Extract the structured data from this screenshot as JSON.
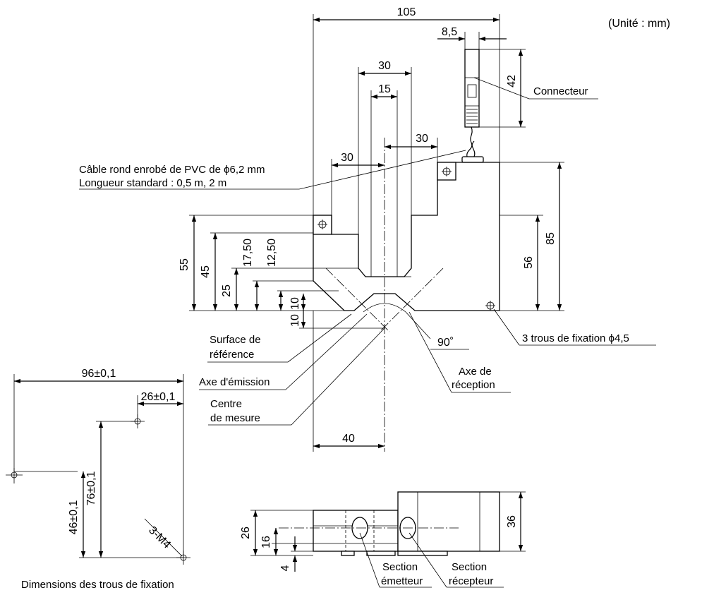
{
  "unit_note": "(Unité : mm)",
  "dims": {
    "d105": "105",
    "d8_5": "8,5",
    "d42": "42",
    "d30_top": "30",
    "d15": "15",
    "d30_right": "30",
    "d30_left": "30",
    "d55": "55",
    "d45": "45",
    "d25": "25",
    "d17_50": "17,50",
    "d12_50": "12,50",
    "d10a": "10",
    "d10b": "10",
    "d56": "56",
    "d85": "85",
    "d90": "90˚",
    "d40": "40",
    "d96": "96±0,1",
    "d26h": "26±0,1",
    "d76": "76±0,1",
    "d46": "46±0,1",
    "m4": "3-M4",
    "d26": "26",
    "d16": "16",
    "d4": "4",
    "d36": "36"
  },
  "labels": {
    "connector": "Connecteur",
    "cable_1": "Câble rond enrobé de PVC de ϕ6,2 mm",
    "cable_2": "Longueur standard : 0,5 m, 2 m",
    "mount_holes": "3 trous de fixation ϕ4,5",
    "ref_surface_1": "Surface de",
    "ref_surface_2": "référence",
    "emission_axis": "Axe d'émission",
    "reception_axis_1": "Axe de",
    "reception_axis_2": "réception",
    "center_1": "Centre",
    "center_2": "de mesure",
    "hole_dims_caption": "Dimensions des trous de fixation",
    "emitter_1": "Section",
    "emitter_2": "émetteur",
    "receiver_1": "Section",
    "receiver_2": "récepteur"
  }
}
